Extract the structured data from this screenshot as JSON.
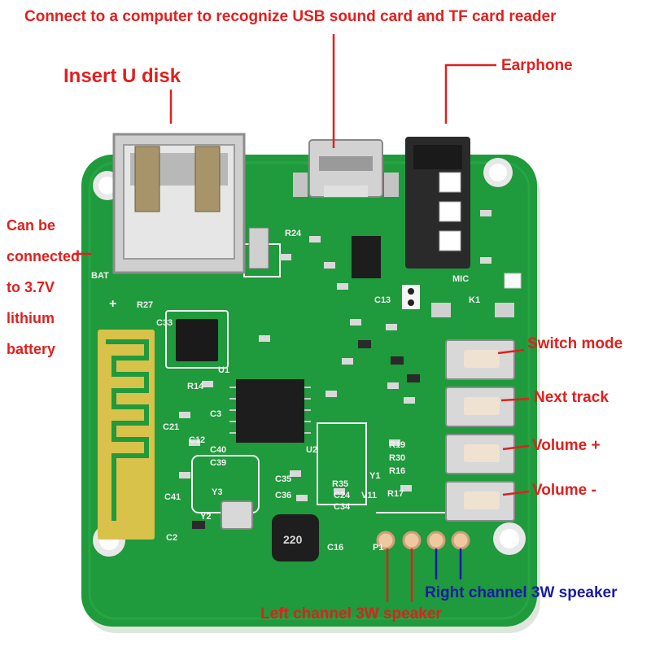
{
  "callouts": {
    "usb_port": "Connect to a computer to recognize USB sound card and TF card reader",
    "u_disk": "Insert U disk",
    "earphone": "Earphone",
    "battery_lines": [
      "Can be",
      "connected",
      "to 3.7V",
      "lithium",
      "battery"
    ],
    "switch_mode": "Switch mode",
    "next_track": "Next track",
    "volume_up": "Volume +",
    "volume_down": "Volume -",
    "right_channel": "Right channel 3W speaker",
    "left_channel": "Left channel 3W speaker"
  },
  "board_silkscreen": {
    "u1": "U1",
    "u2": "U2",
    "y1": "Y1",
    "y2": "Y2",
    "y3": "Y3",
    "v11": "V11",
    "inductor": "220",
    "mic": "MIC",
    "k1": "K1",
    "bat": "BAT",
    "r27": "R27",
    "r14": "R14",
    "r19": "R19",
    "r30": "R30",
    "r16": "R16",
    "r17": "R17",
    "r35": "R35",
    "c40": "C40",
    "c39": "C39",
    "c41": "C41",
    "c2": "C2",
    "c12": "C12",
    "c21": "C21",
    "c35": "C35",
    "c36": "C36",
    "c24": "C24",
    "c34": "C34",
    "c16": "C16",
    "c13": "C13",
    "c33": "C33",
    "c3": "C3",
    "r24": "R24",
    "p1": "P1",
    "plus": "+"
  },
  "colors": {
    "callout_red": "#e0201e",
    "callout_blue": "#1a1aa8",
    "pcb_green": "#1f9a3c",
    "pcb_dark": "#137a2c",
    "silkscreen": "#f2f2f2"
  }
}
